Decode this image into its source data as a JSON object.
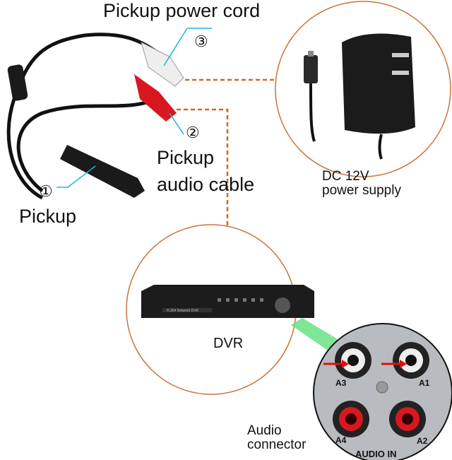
{
  "labels": {
    "power_cord": "Pickup power cord",
    "num3": "③",
    "audio_cable_1": "Pickup",
    "audio_cable_2": "audio cable",
    "num2": "②",
    "num1": "①",
    "pickup": "Pickup",
    "psu_1": "DC 12V",
    "psu_2": "power supply",
    "dvr": "DVR",
    "audio_1": "Audio",
    "audio_2": "connector"
  },
  "dvr_device": {
    "model_text": "H.264 Network DVR"
  },
  "connector_panel": {
    "jacks": [
      "A3",
      "A1",
      "A4",
      "A2"
    ],
    "panel_label": "AUDIO IN"
  },
  "colors": {
    "leader_line": "#1ab8d8",
    "dashed_line": "#d2691e",
    "circle_border": "#c8743a",
    "red_plug": "#d81820",
    "green_arrow": "#5ee07a"
  }
}
